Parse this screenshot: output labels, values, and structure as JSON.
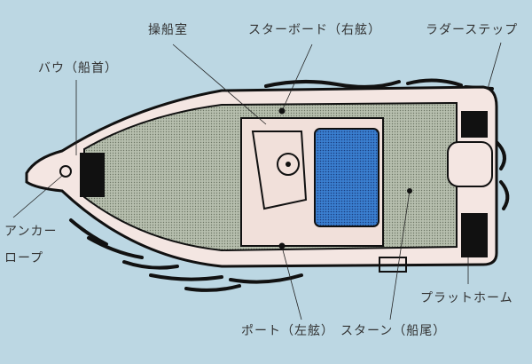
{
  "labels": {
    "wheelhouse": "操船室",
    "starboard": "スターボード（右舷）",
    "rudder_step": "ラダーステップ",
    "bow": "バウ（船首）",
    "anchor_rope_line1": "アンカー",
    "anchor_rope_line2": "ロープ",
    "platform": "プラットホーム",
    "port": "ポート（左舷）",
    "stern": "スターン（船尾）"
  },
  "colors": {
    "background": "#bcd7e3",
    "deck": "#a9b2a0",
    "cabin": "#f1e0da",
    "seat": "#2f6fc4",
    "hull": "#f4e6e2",
    "ink": "#111111"
  }
}
